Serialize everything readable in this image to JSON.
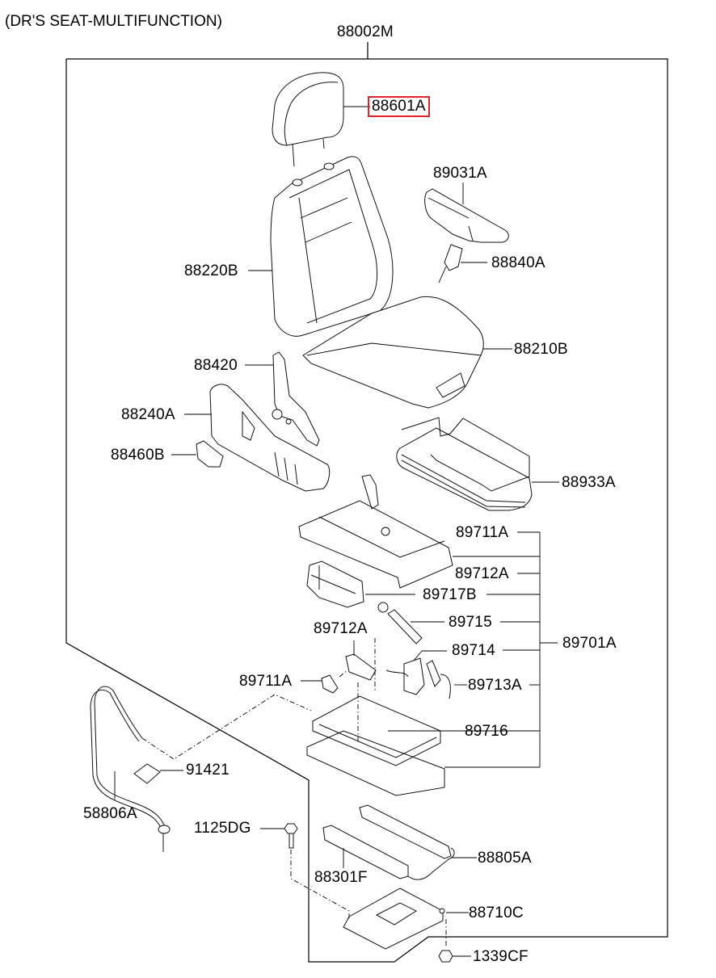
{
  "diagram": {
    "title": "(DR'S SEAT-MULTIFUNCTION)",
    "assembly_number": "88002M",
    "highlight_color": "#e0242a",
    "highlighted_part": "88601A",
    "parts": [
      {
        "id": "88601A",
        "label": "88601A",
        "name": "headrest",
        "highlighted": true
      },
      {
        "id": "89031A",
        "label": "89031A",
        "name": "armrest"
      },
      {
        "id": "88840A",
        "label": "88840A",
        "name": "seat-belt-buckle"
      },
      {
        "id": "88220B",
        "label": "88220B",
        "name": "seat-back-cover"
      },
      {
        "id": "88210B",
        "label": "88210B",
        "name": "seat-cushion-cover"
      },
      {
        "id": "88420",
        "label": "88420",
        "name": "recliner"
      },
      {
        "id": "88240A",
        "label": "88240A",
        "name": "side-shield"
      },
      {
        "id": "88460B",
        "label": "88460B",
        "name": "recliner-knob"
      },
      {
        "id": "88933A",
        "label": "88933A",
        "name": "cushion-frame"
      },
      {
        "id": "89711A_top",
        "label": "89711A",
        "name": "upper-frame"
      },
      {
        "id": "89712A_top",
        "label": "89712A",
        "name": "height-link"
      },
      {
        "id": "89717B",
        "label": "89717B",
        "name": "lumbar-support"
      },
      {
        "id": "89715",
        "label": "89715",
        "name": "shock-absorber"
      },
      {
        "id": "89714",
        "label": "89714",
        "name": "suspension-mechanism"
      },
      {
        "id": "89712A_mid",
        "label": "89712A",
        "name": "bracket"
      },
      {
        "id": "89711A_mid",
        "label": "89711A",
        "name": "small-bracket"
      },
      {
        "id": "89713A",
        "label": "89713A",
        "name": "valve-assembly"
      },
      {
        "id": "89716",
        "label": "89716",
        "name": "suspension-frame"
      },
      {
        "id": "89701A",
        "label": "89701A",
        "name": "suspension-assembly"
      },
      {
        "id": "91421",
        "label": "91421",
        "name": "clip"
      },
      {
        "id": "58806A",
        "label": "58806A",
        "name": "air-hose"
      },
      {
        "id": "1125DG",
        "label": "1125DG",
        "name": "bolt"
      },
      {
        "id": "88301F",
        "label": "88301F",
        "name": "seat-track-left"
      },
      {
        "id": "88805A",
        "label": "88805A",
        "name": "seat-track-right"
      },
      {
        "id": "88710C",
        "label": "88710C",
        "name": "base-plate"
      },
      {
        "id": "1339CF",
        "label": "1339CF",
        "name": "nut"
      }
    ]
  }
}
